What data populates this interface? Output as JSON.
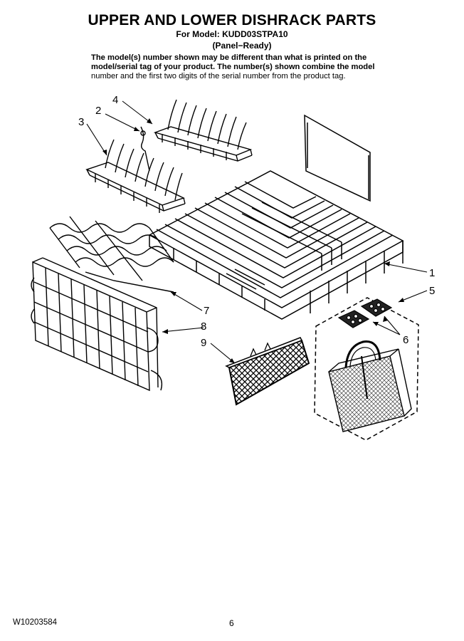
{
  "header": {
    "title": "UPPER AND LOWER DISHRACK PARTS",
    "model_line": "For Model: KUDD03STPA10",
    "variant": "(Panel−Ready)"
  },
  "note": {
    "line1": "The model(s) number shown may be different than what is printed on the",
    "line2": "model/serial tag of your product. The number(s) shown combine the model",
    "line3": "number and the first two digits of the serial number from the product tag."
  },
  "callouts": {
    "c1": "1",
    "c2": "2",
    "c3": "3",
    "c4": "4",
    "c5": "5",
    "c6": "6",
    "c7": "7",
    "c8": "8",
    "c9": "9"
  },
  "footer": {
    "doc_number": "W10203584",
    "page_number": "6"
  }
}
